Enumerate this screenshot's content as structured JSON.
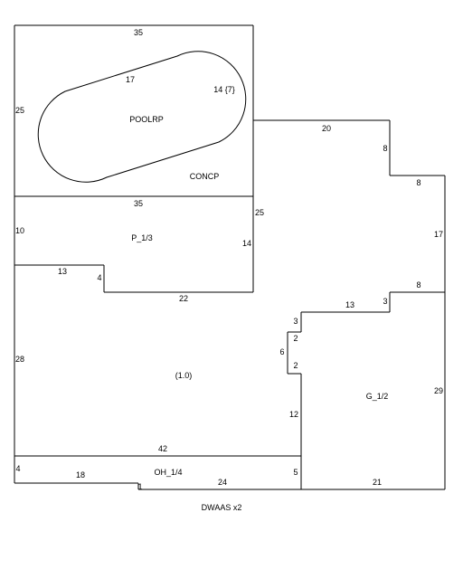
{
  "caption": "DWAAS x2",
  "areas": {
    "poolrp": "POOLRP",
    "concp": "CONCP",
    "p_1_3": "P_1/3",
    "main": "(1.0)",
    "g_1_2": "G_1/2",
    "oh_1_4": "OH_1/4"
  },
  "dimensions": {
    "top": "35",
    "left_upper": "25",
    "pool_long": "17",
    "pool_end": "14 {7}",
    "step_top": "20",
    "step_drop": "8",
    "step_run": "8",
    "right_upper": "17",
    "patio_top": "35",
    "patio_right_top": "25",
    "left_patio": "10",
    "patio_right": "14",
    "notch_top": "13",
    "notch_drop": "4",
    "patio_bottom": "22",
    "garage_step_run": "8",
    "garage_step_drop": "3",
    "garage_top": "13",
    "jog_a": "3",
    "jog_b": "2",
    "jog_c": "6",
    "jog_d": "2",
    "left_main": "28",
    "garage_right": "29",
    "garage_left": "12",
    "oh_top": "42",
    "oh_left": "4",
    "oh_bottom_left": "18",
    "oh_notch": "1",
    "oh_bottom_right": "24",
    "oh_right": "5",
    "garage_bottom": "21"
  }
}
